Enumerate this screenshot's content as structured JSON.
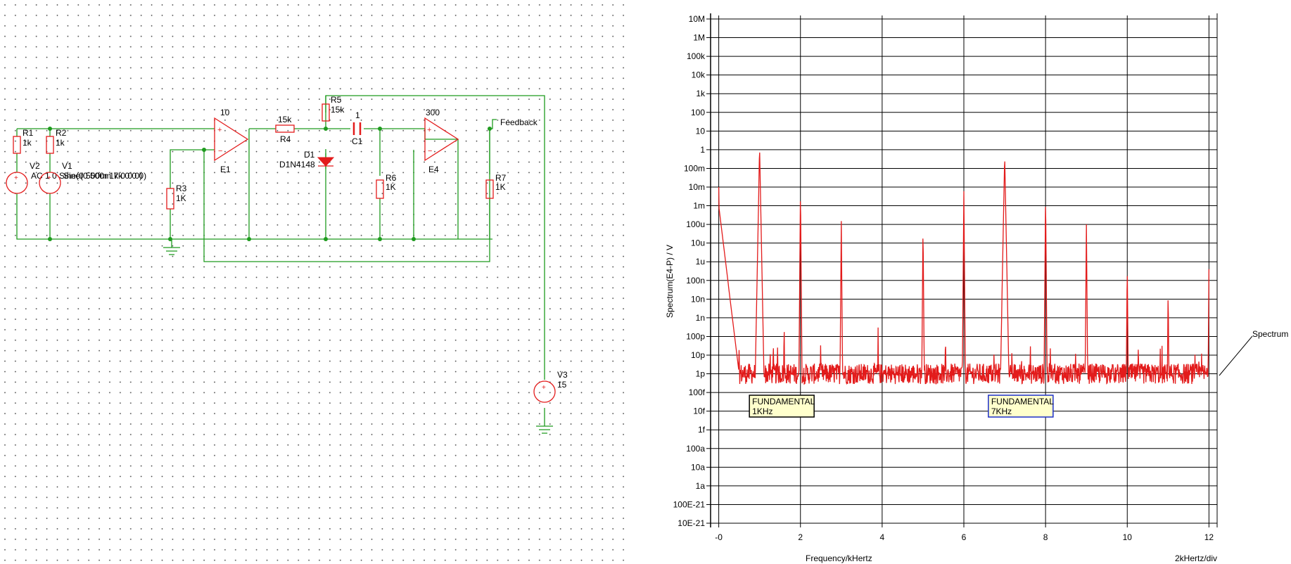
{
  "schematic": {
    "components": {
      "R1": {
        "name": "R1",
        "value": "1k"
      },
      "R2": {
        "name": "R2",
        "value": "1k"
      },
      "R3": {
        "name": "R3",
        "value": "1K"
      },
      "R4": {
        "name": "R4",
        "value": "15k"
      },
      "R5": {
        "name": "R5",
        "value": "15k"
      },
      "R6": {
        "name": "R6",
        "value": "1K"
      },
      "R7": {
        "name": "R7",
        "value": "1K"
      },
      "V1": {
        "name": "V1",
        "value": "Sine(0 500m 7k 0 0 0)"
      },
      "V2": {
        "name": "V2",
        "value": "AC 1 0 Sine(0 500m 1k 0 0 0)"
      },
      "V3": {
        "name": "V3",
        "value": "15"
      },
      "E1": {
        "name": "E1",
        "gain": "10"
      },
      "E4": {
        "name": "E4",
        "gain": "300"
      },
      "C1": {
        "name": "C1",
        "value": "1"
      },
      "D1": {
        "name": "D1",
        "value": "D1N4148"
      }
    },
    "probe_label": "Feedback"
  },
  "chart_data": {
    "type": "line",
    "xlabel": "Frequency/kHertz",
    "ylabel": "Spectrum(E4-P) / V",
    "x_scale_note": "2kHertz/div",
    "xlim": [
      -0.2,
      12.2
    ],
    "x_ticks": [
      {
        "value": 0,
        "label": "-0"
      },
      {
        "value": 2,
        "label": "2"
      },
      {
        "value": 4,
        "label": "4"
      },
      {
        "value": 6,
        "label": "6"
      },
      {
        "value": 8,
        "label": "8"
      },
      {
        "value": 10,
        "label": "10"
      },
      {
        "value": 12,
        "label": "12"
      }
    ],
    "y_scale": "log",
    "y_ticks": [
      {
        "value": 10000000.0,
        "label": "10M"
      },
      {
        "value": 1000000.0,
        "label": "1M"
      },
      {
        "value": 100000.0,
        "label": "100k"
      },
      {
        "value": 10000.0,
        "label": "10k"
      },
      {
        "value": 1000.0,
        "label": "1k"
      },
      {
        "value": 100,
        "label": "100"
      },
      {
        "value": 10,
        "label": "10"
      },
      {
        "value": 1,
        "label": "1"
      },
      {
        "value": 0.1,
        "label": "100m"
      },
      {
        "value": 0.01,
        "label": "10m"
      },
      {
        "value": 0.001,
        "label": "1m"
      },
      {
        "value": 0.0001,
        "label": "100u"
      },
      {
        "value": 1e-05,
        "label": "10u"
      },
      {
        "value": 1e-06,
        "label": "1u"
      },
      {
        "value": 1e-07,
        "label": "100n"
      },
      {
        "value": 1e-08,
        "label": "10n"
      },
      {
        "value": 1e-09,
        "label": "1n"
      },
      {
        "value": 1e-10,
        "label": "100p"
      },
      {
        "value": 1e-11,
        "label": "10p"
      },
      {
        "value": 1e-12,
        "label": "1p"
      },
      {
        "value": 1e-13,
        "label": "100f"
      },
      {
        "value": 1e-14,
        "label": "10f"
      },
      {
        "value": 1e-15,
        "label": "1f"
      },
      {
        "value": 1e-16,
        "label": "100a"
      },
      {
        "value": 1e-17,
        "label": "10a"
      },
      {
        "value": 1e-18,
        "label": "1a"
      },
      {
        "value": 1e-19,
        "label": "100E-21"
      },
      {
        "value": 1e-20,
        "label": "10E-21"
      }
    ],
    "series": [
      {
        "name": "Spectrum",
        "color": "#e31b1b",
        "noise_floor": 1e-12,
        "peaks": [
          {
            "x": 0.0,
            "y": 0.01
          },
          {
            "x": 1.0,
            "y": 1.5
          },
          {
            "x": 1.6,
            "y": 1e-09
          },
          {
            "x": 2.0,
            "y": 0.01
          },
          {
            "x": 3.0,
            "y": 0.00015
          },
          {
            "x": 3.9,
            "y": 3e-10
          },
          {
            "x": 5.0,
            "y": 0.0001
          },
          {
            "x": 6.0,
            "y": 0.006
          },
          {
            "x": 7.0,
            "y": 0.5
          },
          {
            "x": 8.0,
            "y": 0.005
          },
          {
            "x": 9.0,
            "y": 0.0001
          },
          {
            "x": 10.0,
            "y": 1e-06
          },
          {
            "x": 11.0,
            "y": 5e-08
          },
          {
            "x": 12.0,
            "y": 4e-07
          }
        ]
      }
    ],
    "annotations": [
      {
        "line1": "FUNDAMENTAL",
        "line2": "1KHz",
        "x": 0.75,
        "y": 3e-14,
        "border": "#000000"
      },
      {
        "line1": "FUNDAMENTAL",
        "line2": "7KHz",
        "x": 6.6,
        "y": 3e-14,
        "border": "#1c2fc8"
      }
    ],
    "colors": {
      "grid": "#000000",
      "annotation_fill": "#ffffcc",
      "wire": "#1e9b1e",
      "component": "#e31b1b"
    }
  }
}
